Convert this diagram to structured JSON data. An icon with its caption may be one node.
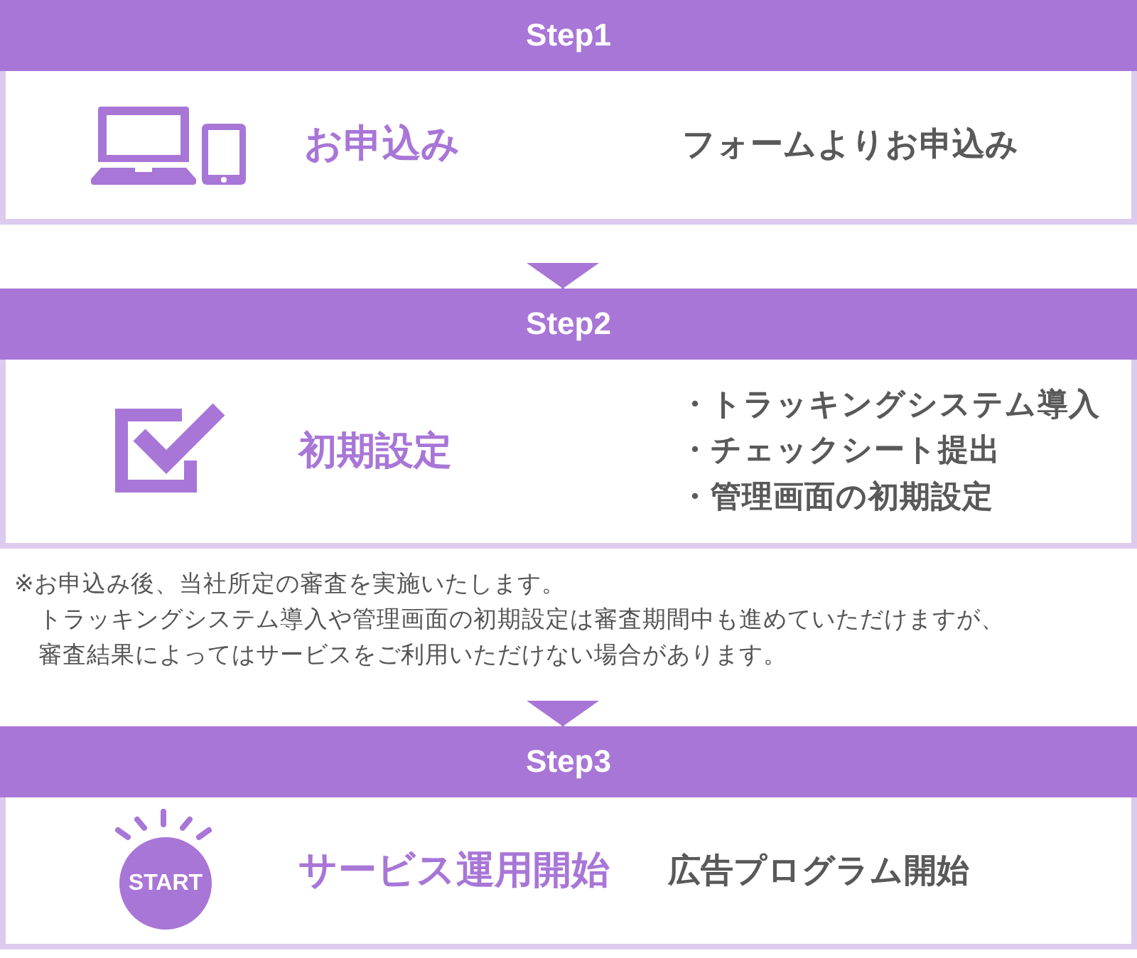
{
  "diagram": {
    "nodes": [
      {
        "text": [
          "Step1",
          "お申込み",
          "フォームよりお申込み"
        ]
      },
      {
        "text": [
          "Step2",
          "初期設定",
          "・トラッキングシステム導入",
          "・チェックシート提出",
          "・管理画面の初期設定"
        ]
      },
      {
        "text": [
          "Step3",
          "サービス運用開始",
          "広告プログラム開始"
        ]
      },
      {
        "text": [
          "START"
        ],
        "in": 2
      }
    ],
    "edges": [
      {
        "from": 0,
        "to": 1,
        "arrow": "to"
      },
      {
        "from": 1,
        "to": 2,
        "arrow": "to"
      }
    ],
    "labels": [
      "※お申込み後、当社所定の審査を実施いたします。",
      "トラッキングシステム導入や管理画面の初期設定は審査期間中も進めていただけますが、審査結果によってはサービスをご利用いただけない場合があります。"
    ]
  }
}
